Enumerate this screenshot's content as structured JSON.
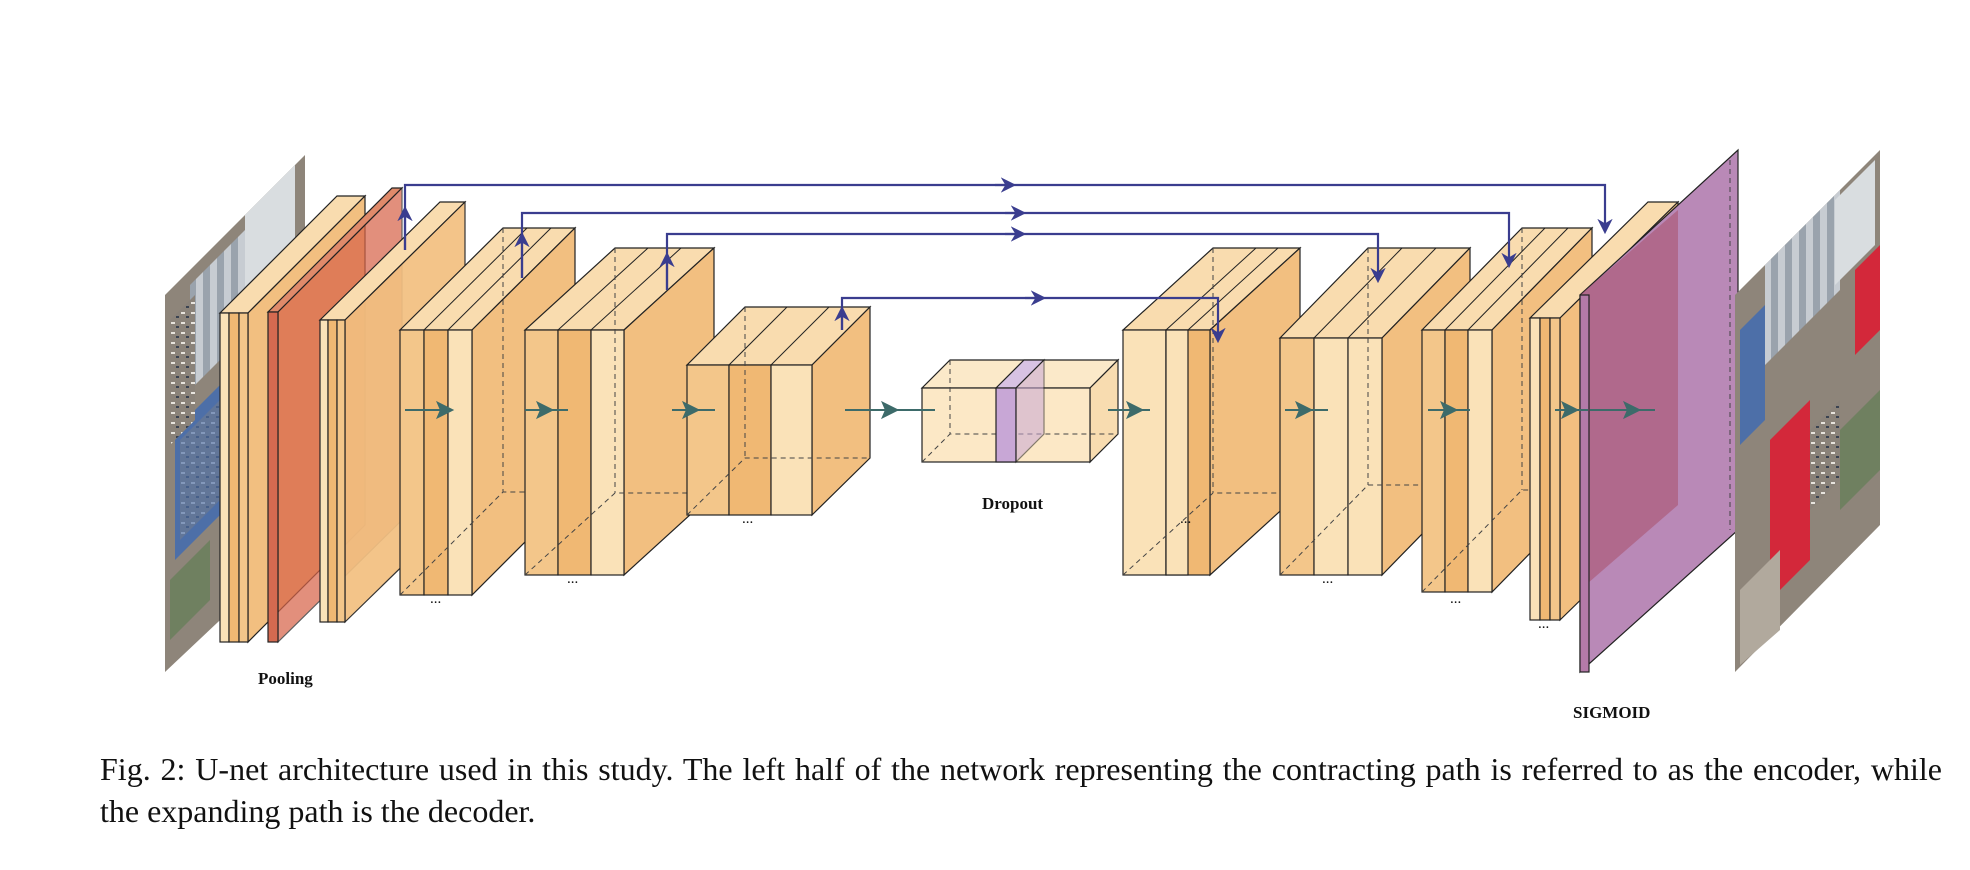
{
  "diagram": {
    "labels": {
      "pooling": "Pooling",
      "dropout": "Dropout",
      "sigmoid": "SIGMOID",
      "ellipsis": "..."
    },
    "colors": {
      "block_front": "#f3c68a",
      "block_light": "#fae2b8",
      "block_mid": "#f0b873",
      "block_side": "#f2bf80",
      "block_top": "#f9dcaf",
      "pool": "#d8654a",
      "dropout_band": "#c8a7d6",
      "sigmoid": "#b989b7",
      "sigmoid_overlay": "#a94f6a",
      "skip_arrow": "#3a3d8f",
      "flow_arrow": "#3d6b6a"
    },
    "icons": [
      "input-image-icon",
      "output-mask-icon",
      "arrowhead-icon"
    ]
  },
  "caption": {
    "text": "Fig. 2: U-net architecture used in this study. The left half of the network representing the contracting path is referred to as the encoder, while the expanding path is the decoder."
  }
}
